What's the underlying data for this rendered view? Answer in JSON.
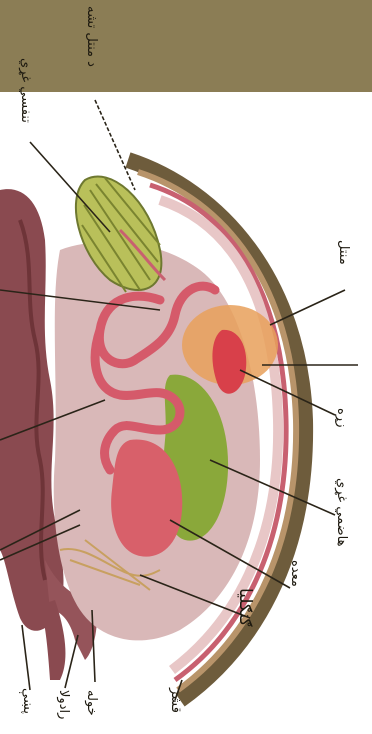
{
  "diagram": {
    "labels": {
      "mantle_cavity": "د منتل تشه",
      "respiratory_organ": "تنفسي غړي",
      "mantle": "منتل",
      "heart": "زړه",
      "digestive_gland": "هاضمي غړي",
      "stomach": "معده",
      "ganglion": "ګنګلیا",
      "shell": "قشر",
      "mouth": "خوله",
      "radula": "رادولا",
      "foot": "پښې"
    },
    "colors": {
      "background": "#8b7d55",
      "panel": "#ffffff",
      "foot_tissue": "#8a4a50",
      "shell_outer": "#6e5c3c",
      "gill": "#b9c05a",
      "heart": "#d8404a",
      "digestive_gland": "#8aa83a",
      "intestine": "#d55a6a"
    }
  }
}
